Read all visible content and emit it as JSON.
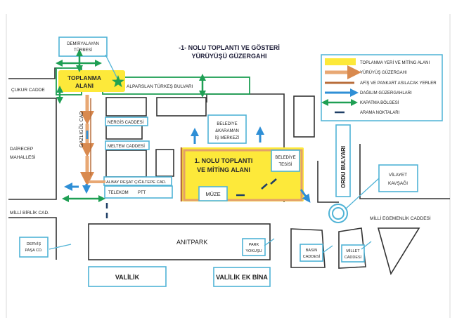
{
  "title": {
    "line1": "-1- NOLU TOPLANTI VE GÖSTERİ",
    "line2": "YÜRÜYÜŞÜ GÜZERGAHI"
  },
  "legend": {
    "items": [
      {
        "key": "rally-area",
        "label": "TOPLANMA YERİ VE MİTİNG ALANI"
      },
      {
        "key": "march-route",
        "label": "YÜRÜYÜŞ GÜZERGAHI"
      },
      {
        "key": "poster-places",
        "label": "AFİŞ VE PANKART ASILACAK YERLER"
      },
      {
        "key": "dispersal-route",
        "label": "DAĞILIM GÜZERGAHLARI"
      },
      {
        "key": "closed-zone",
        "label": "KAPATMA BÖLGESİ"
      },
      {
        "key": "search-points",
        "label": "ARAMA NOKTALARI"
      }
    ]
  },
  "labels": {
    "demiryalayan": [
      "DEMİRYALAYAN",
      "TÜRBESİ"
    ],
    "toplanma": [
      "TOPLANMA",
      "ALANI"
    ],
    "alparslan": "ALPARSLAN TÜRKEŞ BULVARI",
    "cukur": "ÇUKUR CADDE",
    "gazligol": "GAZLIGÖL CAD",
    "nergis": "NERGİS CADDESİ",
    "meltem": "MELTEM CADDESİ",
    "dairecep": [
      "DAİRECEP",
      "MAHALLESİ"
    ],
    "belediye_merkez": [
      "BELEDİYE",
      "&KARAMAN",
      "İŞ MERKEZİ"
    ],
    "miting": [
      "1. NOLU TOPLANTI",
      "VE MİTİNG ALANI"
    ],
    "belediye_tesisi": [
      "BELEDİYE",
      "TESİSİ"
    ],
    "muze": "MÜZE",
    "albay": "ALBAY REŞAT ÇIĞILTEPE CAD.",
    "telekom": "TELEKOM",
    "ptt": "PTT",
    "ordu": "ORDU BULVARI",
    "vilayet": [
      "VİLAYET",
      "KAVŞAĞI"
    ],
    "milli_birlik": "MİLLİ BİRLİK CAD.",
    "milli_egemenlik": "MİLLİ EGEMENLİK CADDESİ",
    "anitpark": "ANITPARK",
    "dervis": [
      "DERVİŞ",
      "PAŞA CD."
    ],
    "park": [
      "PARK",
      "YOKUŞU"
    ],
    "basin": [
      "BASIN",
      "CADDESİ"
    ],
    "millet": [
      "MİLLET",
      "CADDESİ"
    ],
    "valilik": "VALİLİK",
    "valilik_ek": "VALİLİK EK BİNA"
  },
  "colors": {
    "yellow": "#fde93a",
    "orange": "#e8a874",
    "brown": "#b86d3b",
    "blue": "#2f8fd6",
    "green": "#1f9f54",
    "navy": "#1f3f66",
    "cyan": "#4fb3d6",
    "block": "#333333"
  }
}
